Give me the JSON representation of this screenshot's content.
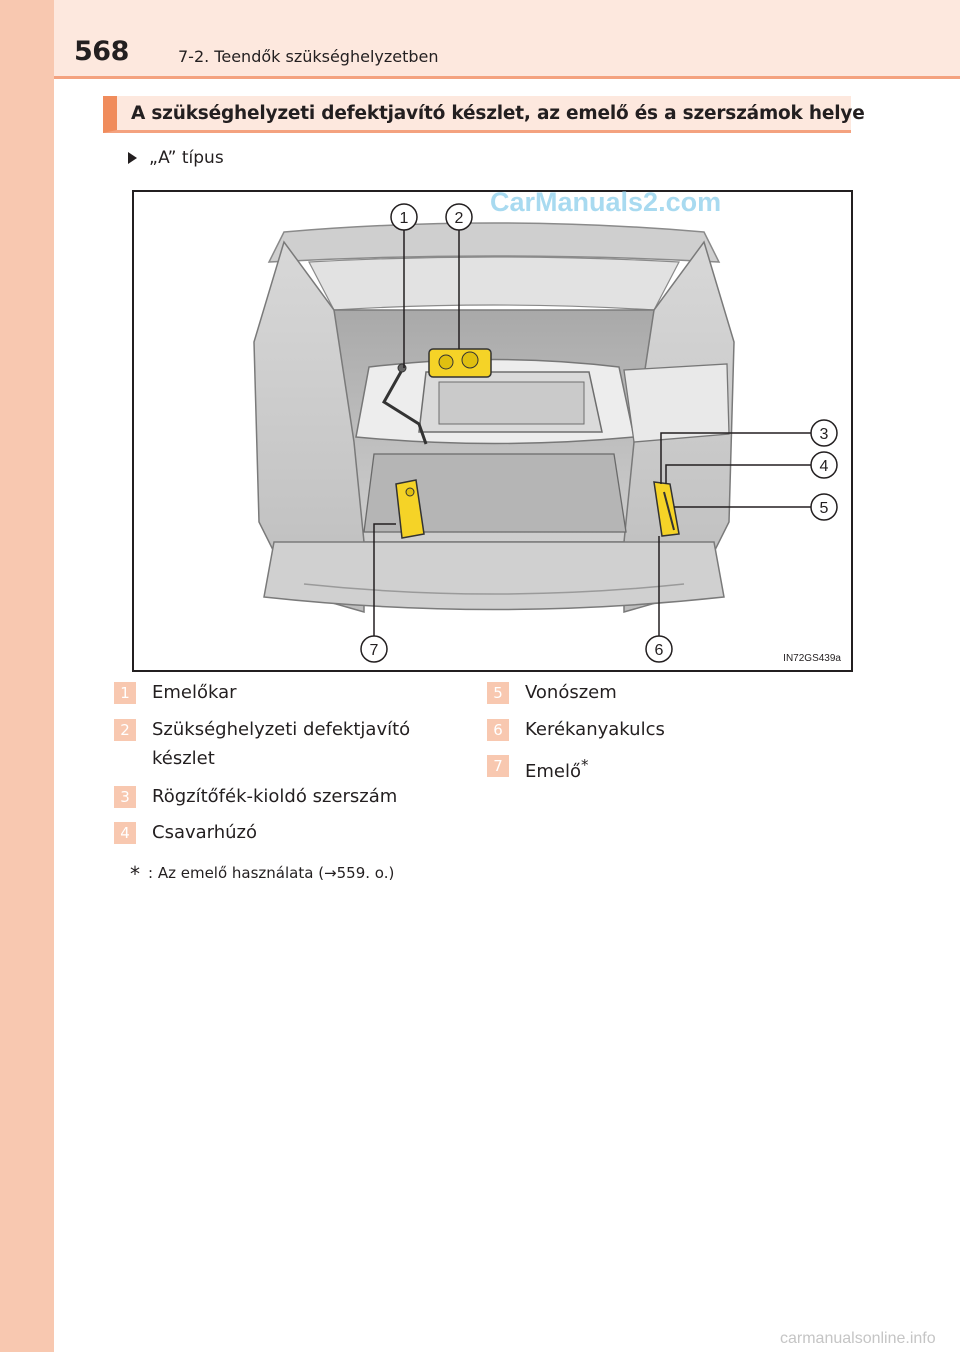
{
  "header": {
    "page_number": "568",
    "chapter_title": "7-2. Teendők szükséghelyzetben"
  },
  "section": {
    "title": "A szükséghelyzeti defektjavító készlet, az emelő és a szerszámok helye"
  },
  "type_line": "„A” típus",
  "figure": {
    "watermark": "CarManuals2.com",
    "code": "IN72GS439a",
    "callouts": [
      "1",
      "2",
      "3",
      "4",
      "5",
      "6",
      "7"
    ]
  },
  "legend": [
    {
      "num": "1",
      "label": "Emelőkar"
    },
    {
      "num": "2",
      "label": "Szükséghelyzeti defektjavító",
      "label2": "készlet"
    },
    {
      "num": "3",
      "label": "Rögzítőfék-kioldó szerszám"
    },
    {
      "num": "4",
      "label": "Csavarhúzó"
    },
    {
      "num": "5",
      "label": "Vonószem"
    },
    {
      "num": "6",
      "label": "Kerékanyakulcs"
    },
    {
      "num": "7",
      "label": "Emelő",
      "sup": "*"
    }
  ],
  "footnote": {
    "star": "*",
    "text": ":   Az emelő használata (→559. o.)"
  },
  "bottom_watermark": "carmanualsonline.info",
  "colors": {
    "accent": "#f08c5c",
    "strip": "#f8c8b0",
    "header_bg": "#fde8de",
    "highlight": "#f5d327"
  }
}
